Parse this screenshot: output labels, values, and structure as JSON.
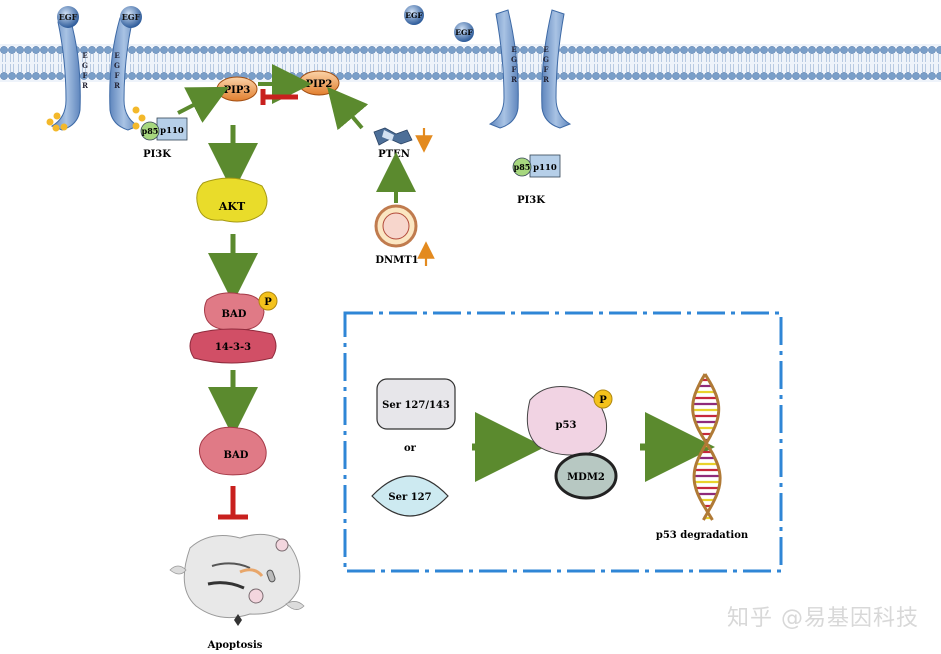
{
  "labels": {
    "egf": "EGF",
    "egfr_letters": [
      "E",
      "G",
      "F",
      "R"
    ],
    "pi3k": "PI3K",
    "p85": "p85",
    "p110": "p110",
    "phospho": "P",
    "pip3": "PIP3",
    "pip2": "PIP2",
    "pten": "PTEN",
    "dnmt1": "DNMT1",
    "akt": "AKT",
    "bad": "BAD",
    "protein_14_3_3": "14-3-3",
    "apoptosis": "Apoptosis",
    "ser127_143": "Ser 127/143",
    "or": "or",
    "ser127": "Ser 127",
    "p53": "p53",
    "mdm2": "MDM2",
    "p53_degradation": "p53 degradation"
  },
  "watermark": "知乎 @易基因科技",
  "colors": {
    "membrane_head": "#7a9fc9",
    "membrane_tail": "#c7d7ea",
    "receptor": "#8fb0d8",
    "arrow": "#5b8a2e",
    "inhibit": "#c8201e",
    "pip": "#f0a060",
    "akt": "#e9dc2a",
    "bad": "#e07a86",
    "box_border": "#2f86d6",
    "orange_arrow": "#e38a1f"
  }
}
